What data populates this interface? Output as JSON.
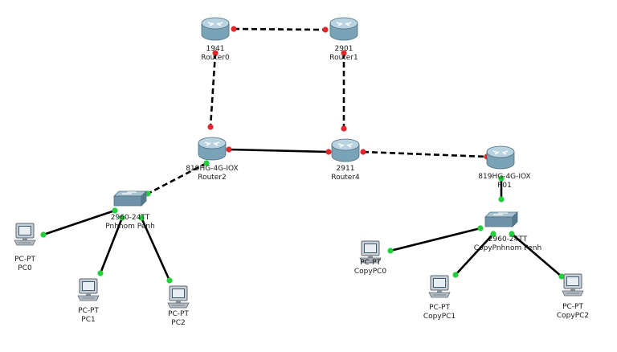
{
  "colors": {
    "link": "#000000",
    "port_down": "#e3262b",
    "port_up": "#22d13a",
    "router_body": "#7ba3b8",
    "router_top": "#b9d3e0",
    "switch_body": "#6e93a8",
    "pc_screen": "#e9eef2",
    "pc_body": "#c8ced3"
  },
  "devices": [
    {
      "id": "router0",
      "kind": "router",
      "model": "1941",
      "name": "Router0"
    },
    {
      "id": "router1",
      "kind": "router",
      "model": "2901",
      "name": "Router1"
    },
    {
      "id": "router2",
      "kind": "router",
      "model": "819HG-4G-IOX",
      "name": "Router2"
    },
    {
      "id": "router4",
      "kind": "router",
      "model": "2911",
      "name": "Router4"
    },
    {
      "id": "r01",
      "kind": "router",
      "model": "819HG-4G-IOX",
      "name": "R01"
    },
    {
      "id": "switch_pp",
      "kind": "switch",
      "model": "2960-24TT",
      "name": "Pnhnom Penh"
    },
    {
      "id": "switch_cpp",
      "kind": "switch",
      "model": "2960-24TT",
      "name": "CopyPnhnom Penh"
    },
    {
      "id": "pc0",
      "kind": "pc",
      "model": "PC-PT",
      "name": "PC0"
    },
    {
      "id": "pc1",
      "kind": "pc",
      "model": "PC-PT",
      "name": "PC1"
    },
    {
      "id": "pc2",
      "kind": "pc",
      "model": "PC-PT",
      "name": "PC2"
    },
    {
      "id": "copypc0",
      "kind": "pc",
      "model": "PC-PT",
      "name": "CopyPC0"
    },
    {
      "id": "copypc1",
      "kind": "pc",
      "model": "PC-PT",
      "name": "CopyPC1"
    },
    {
      "id": "copypc2",
      "kind": "pc",
      "model": "PC-PT",
      "name": "CopyPC2"
    }
  ],
  "links": [
    {
      "from": "router0",
      "to": "router1",
      "style": "dashed",
      "status": "down"
    },
    {
      "from": "router0",
      "to": "router2",
      "style": "dashed",
      "status": "down"
    },
    {
      "from": "router1",
      "to": "router4",
      "style": "dashed",
      "status": "down"
    },
    {
      "from": "router2",
      "to": "router4",
      "style": "solid",
      "status": "down"
    },
    {
      "from": "router4",
      "to": "r01",
      "style": "dashed",
      "status": "down"
    },
    {
      "from": "router2",
      "to": "switch_pp",
      "style": "dashed",
      "status": "up"
    },
    {
      "from": "r01",
      "to": "switch_cpp",
      "style": "solid",
      "status": "up"
    },
    {
      "from": "switch_pp",
      "to": "pc0",
      "style": "solid",
      "status": "up"
    },
    {
      "from": "switch_pp",
      "to": "pc1",
      "style": "solid",
      "status": "up"
    },
    {
      "from": "switch_pp",
      "to": "pc2",
      "style": "solid",
      "status": "up"
    },
    {
      "from": "switch_cpp",
      "to": "copypc0",
      "style": "solid",
      "status": "up"
    },
    {
      "from": "switch_cpp",
      "to": "copypc1",
      "style": "solid",
      "status": "up"
    },
    {
      "from": "switch_cpp",
      "to": "copypc2",
      "style": "solid",
      "status": "up"
    }
  ]
}
